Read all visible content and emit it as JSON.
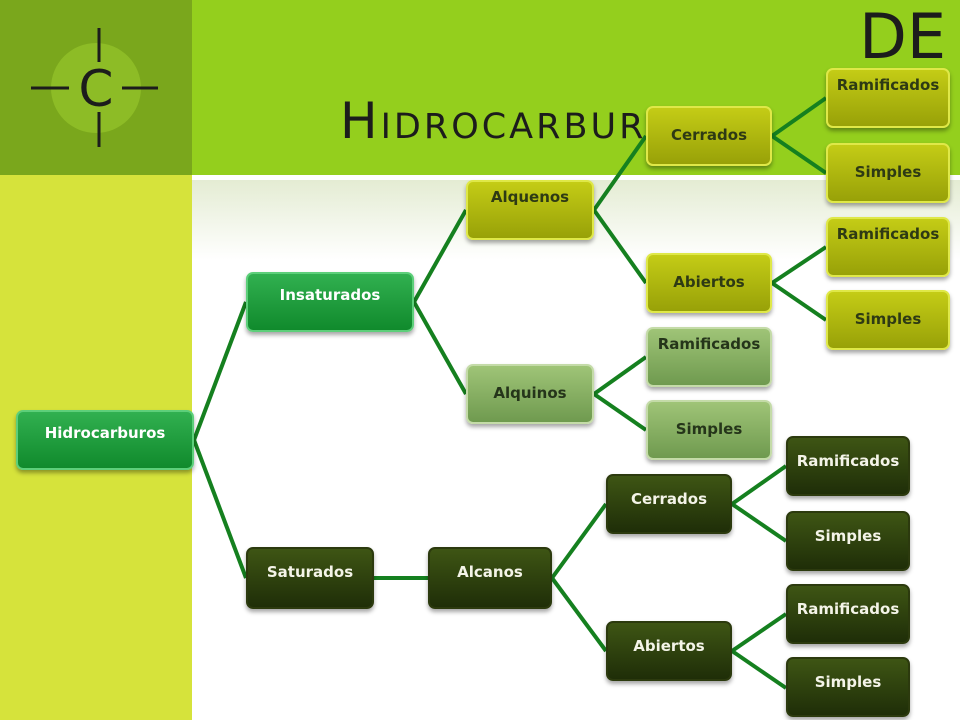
{
  "title": {
    "line1": "DE",
    "line2": "Hidrocarburos"
  },
  "logo": {
    "letter": "C",
    "icon": "carbon-atom-icon"
  },
  "colors": {
    "header": "#94cf1d",
    "logo_panel": "#7aa71c",
    "left_strip": "#d6e33b",
    "connector": "#15801f"
  },
  "nodes": {
    "root": "Hidrocarburos",
    "insaturados": "Insaturados",
    "saturados": "Saturados",
    "alquenos": "Alquenos",
    "alquinos": "Alquinos",
    "alcanos": "Alcanos",
    "alquenos_cerrados": "Cerrados",
    "alquenos_abiertos": "Abiertos",
    "alquenos_cerrados_ramificados": "Ramificados",
    "alquenos_cerrados_simples": "Simples",
    "alquenos_abiertos_ramificados": "Ramificados",
    "alquenos_abiertos_simples": "Simples",
    "alquinos_ramificados": "Ramificados",
    "alquinos_simples": "Simples",
    "alcanos_cerrados": "Cerrados",
    "alcanos_abiertos": "Abiertos",
    "alcanos_cerrados_ramificados": "Ramificados",
    "alcanos_cerrados_simples": "Simples",
    "alcanos_abiertos_ramificados": "Ramificados",
    "alcanos_abiertos_simples": "Simples"
  }
}
